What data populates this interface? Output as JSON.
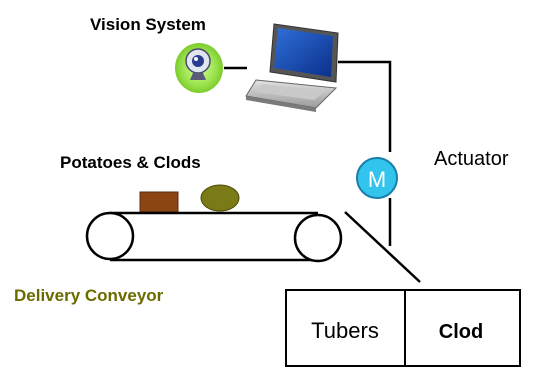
{
  "labels": {
    "vision_system": "Vision System",
    "potatoes_clods": "Potatoes & Clods",
    "delivery_conveyor": "Delivery Conveyor",
    "actuator": "Actuator",
    "motor_symbol": "M",
    "bin_tubers": "Tubers",
    "bin_clod": "Clod"
  },
  "icons": {
    "camera": "webcam-icon",
    "laptop": "laptop-icon",
    "motor": "motor-icon"
  },
  "colors": {
    "line": "#000000",
    "conveyor_label": "#6b6b00",
    "camera_glow": "#9be24d",
    "motor_fill": "#33c4ee",
    "potato": "#7a7a16",
    "clod": "#8b4513"
  }
}
